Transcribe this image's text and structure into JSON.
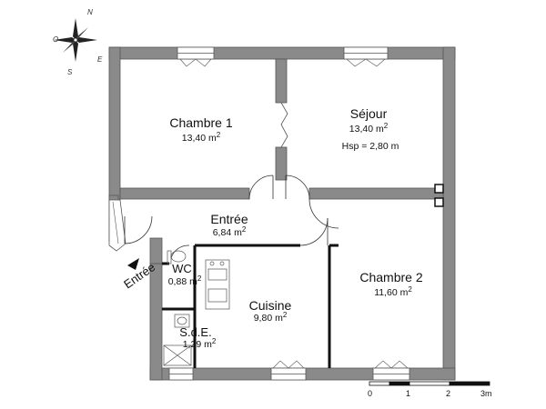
{
  "compass": {
    "n": "N",
    "e": "E",
    "s": "S",
    "o": "O"
  },
  "entry_marker": {
    "label": "Entrée"
  },
  "rooms": {
    "chambre1": {
      "name": "Chambre 1",
      "area": "13,40 m",
      "sup": "2"
    },
    "sejour": {
      "name": "Séjour",
      "area": "13,40 m",
      "sup": "2",
      "height_note": "Hsp = 2,80 m"
    },
    "entree": {
      "name": "Entrée",
      "area": "6,84 m",
      "sup": "2"
    },
    "wc": {
      "name": "WC",
      "area": "0,88 m",
      "sup": "2"
    },
    "cuisine": {
      "name": "Cuisine",
      "area": "9,80 m",
      "sup": "2"
    },
    "sde": {
      "name": "S.d.E.",
      "area": "1,29 m",
      "sup": "2"
    },
    "chambre2": {
      "name": "Chambre 2",
      "area": "11,60 m",
      "sup": "2"
    }
  },
  "scale": {
    "t0": "0",
    "t1": "1",
    "t2": "2",
    "t3": "3m"
  },
  "colors": {
    "wall": "#8a8a8a",
    "wall_edge": "#555555",
    "partition": "#111111"
  }
}
